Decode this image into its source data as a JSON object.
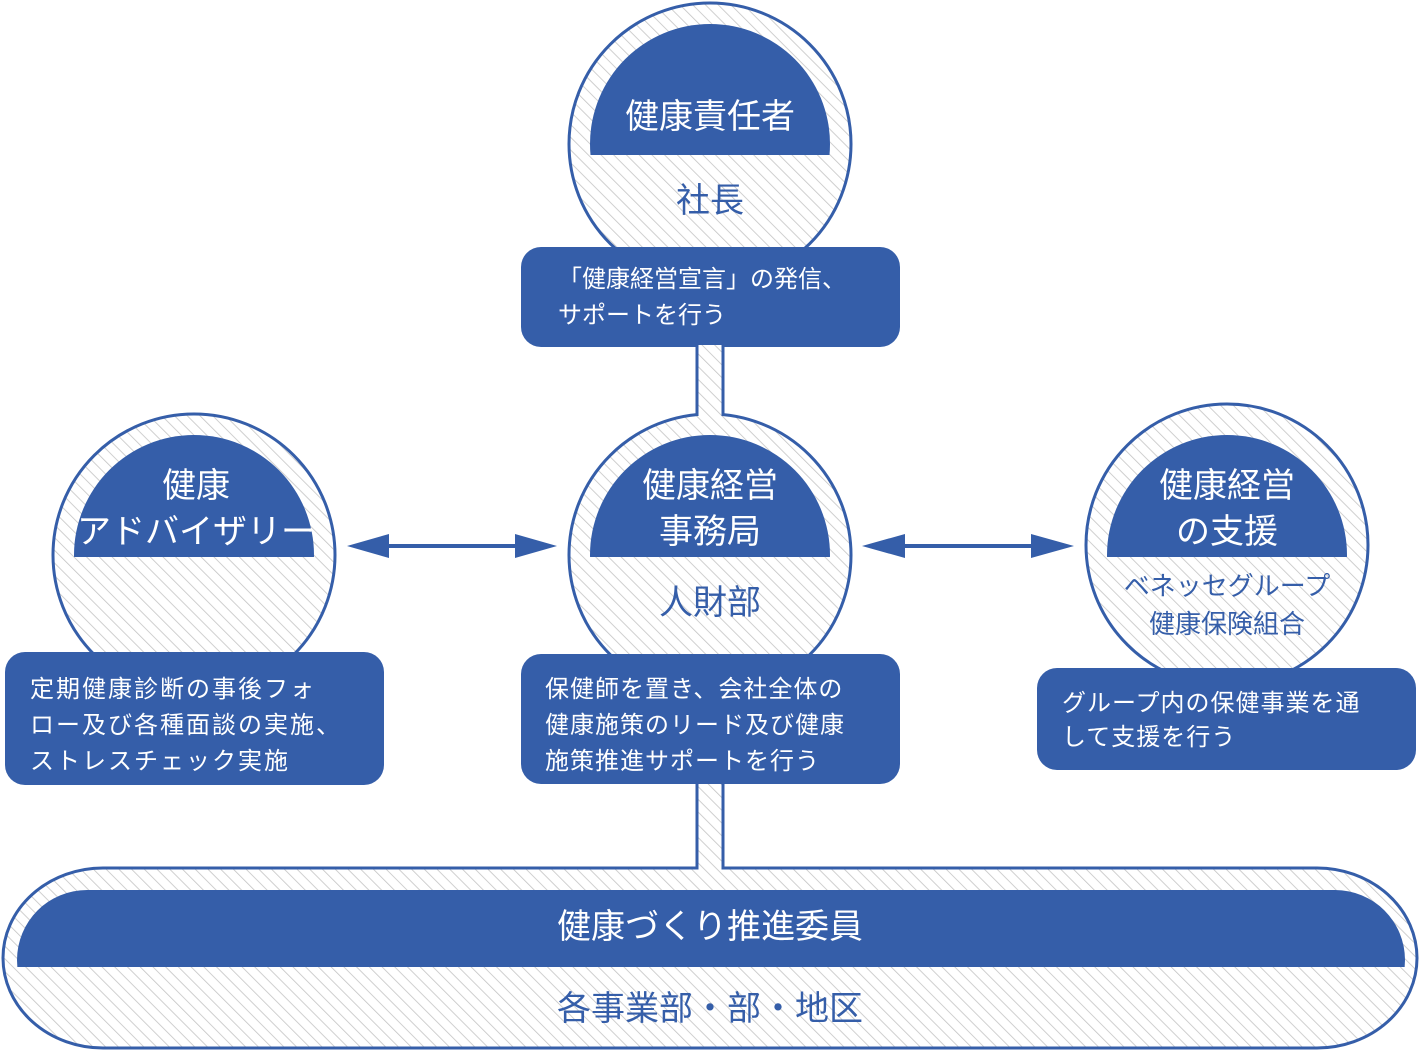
{
  "colors": {
    "primary": "#355ea9",
    "hatch_line": "#c9c9c9",
    "background": "#ffffff",
    "text_on_primary": "#ffffff"
  },
  "nodes": {
    "top": {
      "title": [
        "健康責任者"
      ],
      "subtitle": [
        "社長"
      ],
      "description": [
        "「健康経営宣言」の発信、",
        "サポートを行う"
      ]
    },
    "left": {
      "title": [
        "健康",
        "アドバイザリー"
      ],
      "subtitle": [],
      "description": [
        "定期健康診断の事後フォ",
        "ロー及び各種面談の実施、",
        "ストレスチェック実施"
      ]
    },
    "center": {
      "title": [
        "健康経営",
        "事務局"
      ],
      "subtitle": [
        "人財部"
      ],
      "description": [
        "保健師を置き、会社全体の",
        "健康施策のリード及び健康",
        "施策推進サポートを行う"
      ]
    },
    "right": {
      "title": [
        "健康経営",
        "の支援"
      ],
      "subtitle": [
        "ベネッセグループ",
        "健康保険組合"
      ],
      "description": [
        "グループ内の保健事業を通",
        "して支援を行う"
      ]
    },
    "bottom": {
      "title": "健康づくり推進委員",
      "subtitle": "各事業部・部・地区"
    }
  },
  "connectors": [
    {
      "from": "top",
      "to": "center",
      "type": "stem"
    },
    {
      "from": "center",
      "to": "bottom",
      "type": "stem"
    },
    {
      "from": "left",
      "to": "center",
      "type": "double-arrow"
    },
    {
      "from": "center",
      "to": "right",
      "type": "double-arrow"
    }
  ]
}
